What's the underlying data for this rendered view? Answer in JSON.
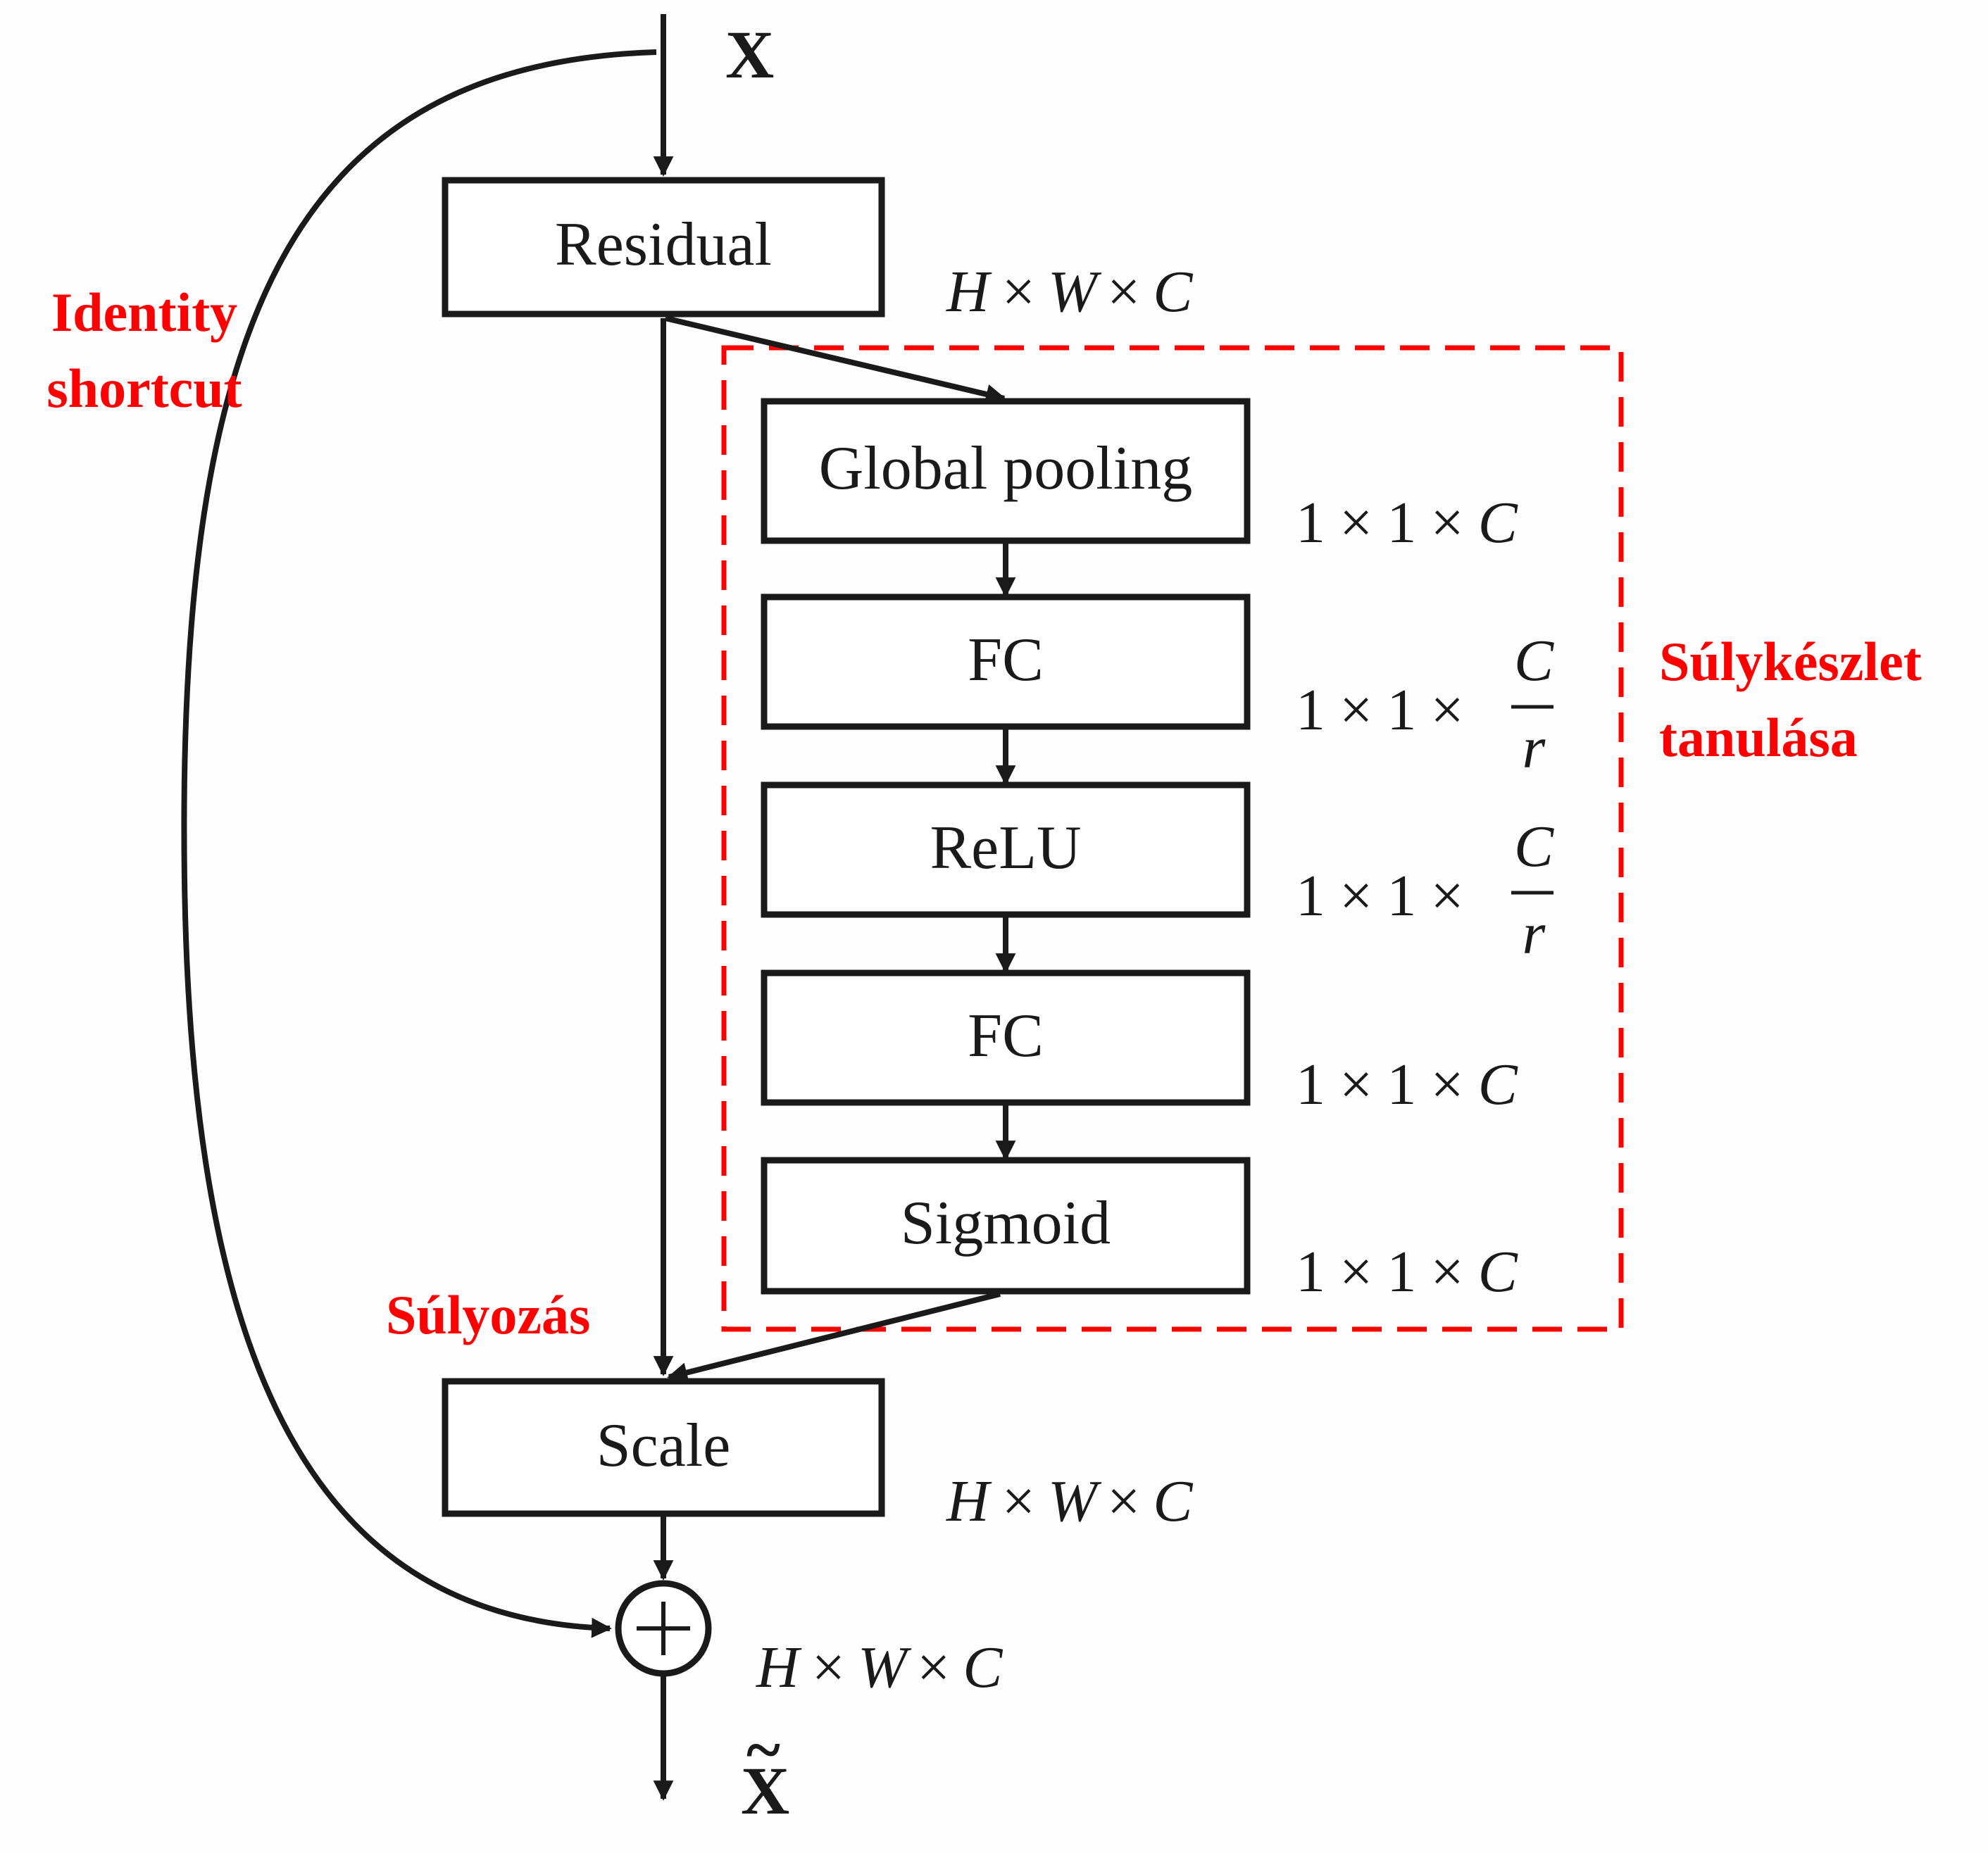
{
  "input_label": "X",
  "output_label": "X",
  "output_tilde": "~",
  "boxes": {
    "residual": "Residual",
    "global_pooling": "Global pooling",
    "fc1": "FC",
    "relu": "ReLU",
    "fc2": "FC",
    "sigmoid": "Sigmoid",
    "scale": "Scale"
  },
  "sum_symbol": "+",
  "dims": {
    "hwc": {
      "h": "H",
      "w": "W",
      "c": "C",
      "times": "×"
    },
    "one_one_c": {
      "one": "1",
      "times": "×",
      "c": "C"
    },
    "one_one_c_over_r": {
      "one": "1",
      "times": "×",
      "num": "C",
      "den": "r"
    }
  },
  "annotations": {
    "identity_line1": "Identity",
    "identity_line2": "shortcut",
    "weight_set_line1": "Súlykészlet",
    "weight_set_line2": "tanulása",
    "weighting": "Súlyozás"
  },
  "colors": {
    "ink": "#1a1a1a",
    "accent": "#ff0000"
  }
}
